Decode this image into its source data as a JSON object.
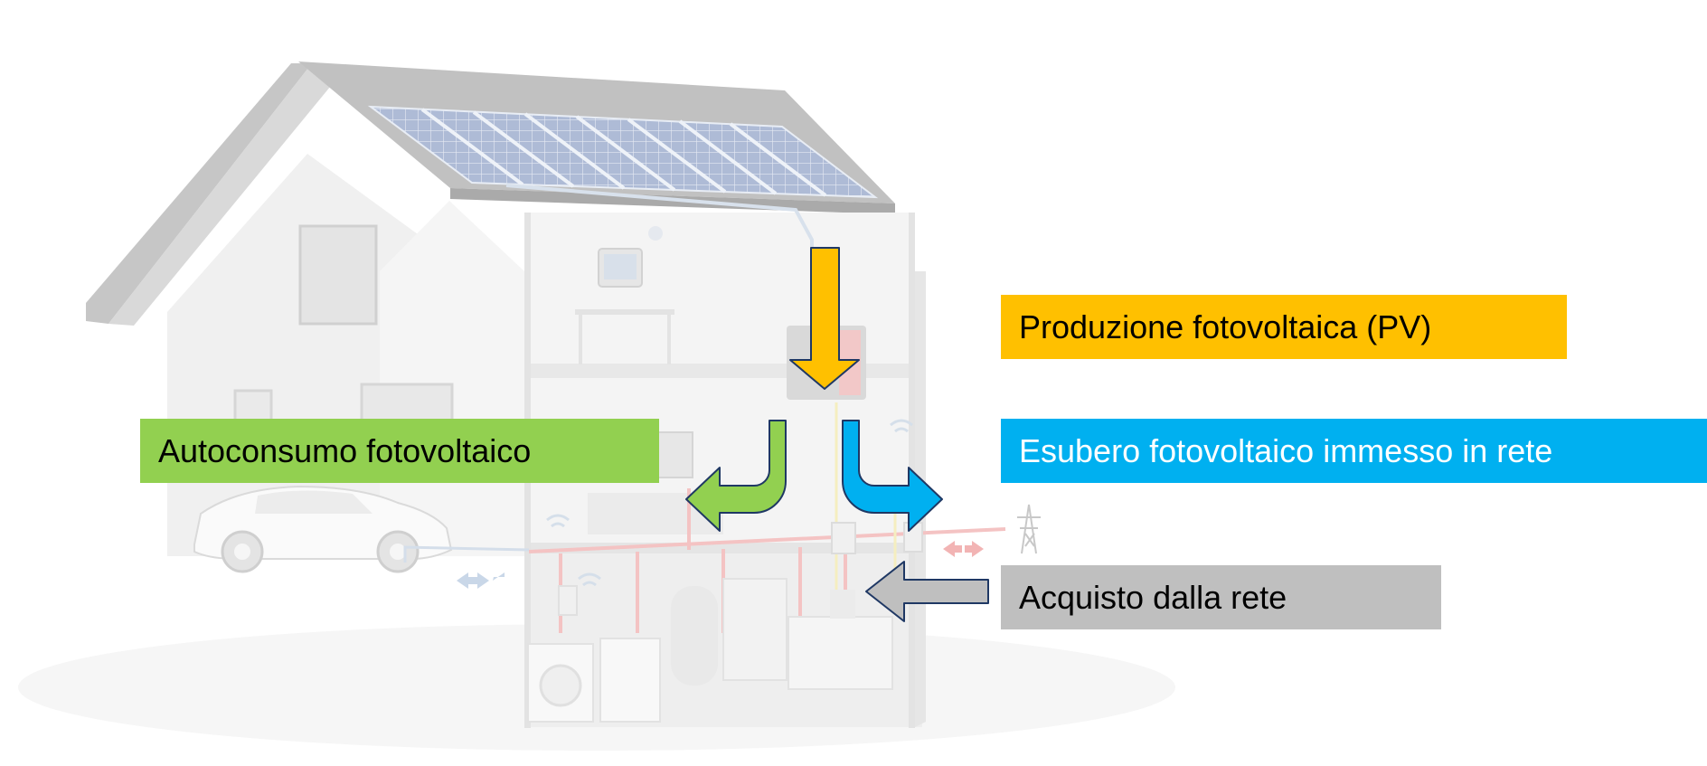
{
  "colors": {
    "production": "#FFC000",
    "self_consumption": "#92D050",
    "export": "#00B0F0",
    "purchase": "#BFBFBF",
    "outline": "#1F3864",
    "text_dark": "#000000",
    "text_light": "#FFFFFF"
  },
  "labels": {
    "production": "Produzione fotovoltaica (PV)",
    "self_consumption": "Autoconsumo fotovoltaico",
    "export": "Esubero fotovoltaico immesso in rete",
    "purchase": "Acquisto dalla rete"
  },
  "icons": {
    "house": "house-cutaway-illustration",
    "solar": "solar-panel-icon",
    "grid": "power-pylon-icon",
    "car": "electric-car-icon"
  }
}
